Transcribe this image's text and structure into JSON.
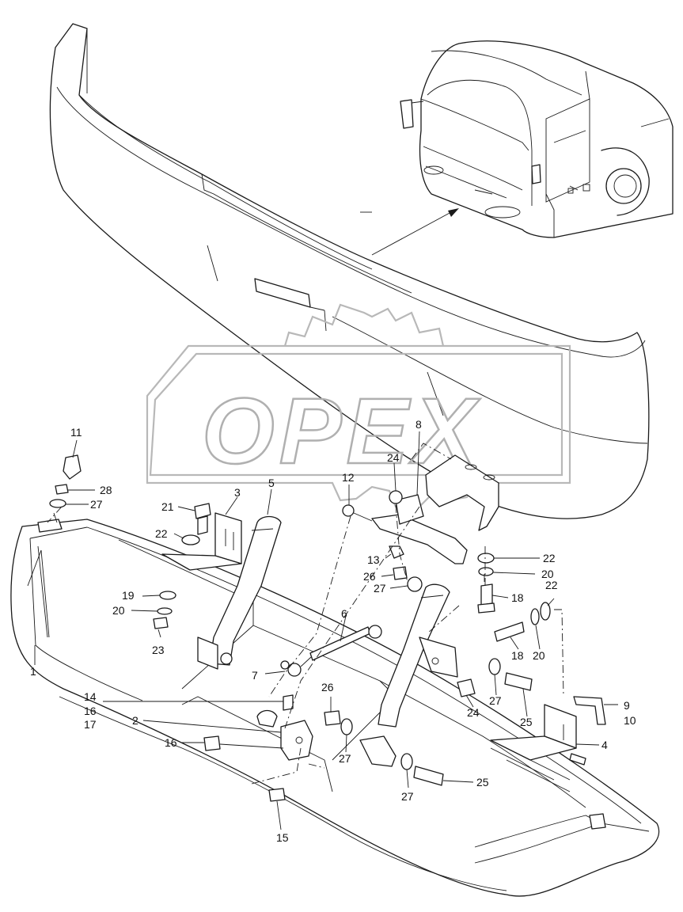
{
  "watermark": {
    "text": "OPEX"
  },
  "callouts": [
    {
      "id": "c1",
      "text": "1"
    },
    {
      "id": "c2",
      "text": "2"
    },
    {
      "id": "c3",
      "text": "3"
    },
    {
      "id": "c4",
      "text": "4"
    },
    {
      "id": "c5",
      "text": "5"
    },
    {
      "id": "c6",
      "text": "6"
    },
    {
      "id": "c7",
      "text": "7"
    },
    {
      "id": "c8",
      "text": "8"
    },
    {
      "id": "c9",
      "text": "9"
    },
    {
      "id": "c10",
      "text": "10"
    },
    {
      "id": "c11",
      "text": "11"
    },
    {
      "id": "c12",
      "text": "12"
    },
    {
      "id": "c13",
      "text": "13"
    },
    {
      "id": "c14",
      "text": "14"
    },
    {
      "id": "c16a",
      "text": "16"
    },
    {
      "id": "c17",
      "text": "17"
    },
    {
      "id": "c15",
      "text": "15"
    },
    {
      "id": "c16b",
      "text": "16"
    },
    {
      "id": "c18a",
      "text": "18"
    },
    {
      "id": "c18b",
      "text": "18"
    },
    {
      "id": "c19",
      "text": "19"
    },
    {
      "id": "c20a",
      "text": "20"
    },
    {
      "id": "c20b",
      "text": "20"
    },
    {
      "id": "c20c",
      "text": "20"
    },
    {
      "id": "c21",
      "text": "21"
    },
    {
      "id": "c22a",
      "text": "22"
    },
    {
      "id": "c22b",
      "text": "22"
    },
    {
      "id": "c22c",
      "text": "22"
    },
    {
      "id": "c23",
      "text": "23"
    },
    {
      "id": "c24a",
      "text": "24"
    },
    {
      "id": "c24b",
      "text": "24"
    },
    {
      "id": "c25a",
      "text": "25"
    },
    {
      "id": "c25b",
      "text": "25"
    },
    {
      "id": "c26a",
      "text": "26"
    },
    {
      "id": "c26b",
      "text": "26"
    },
    {
      "id": "c27a",
      "text": "27"
    },
    {
      "id": "c27b",
      "text": "27"
    },
    {
      "id": "c27c",
      "text": "27"
    },
    {
      "id": "c27d",
      "text": "27"
    },
    {
      "id": "c27e",
      "text": "27"
    },
    {
      "id": "c28",
      "text": "28"
    }
  ]
}
